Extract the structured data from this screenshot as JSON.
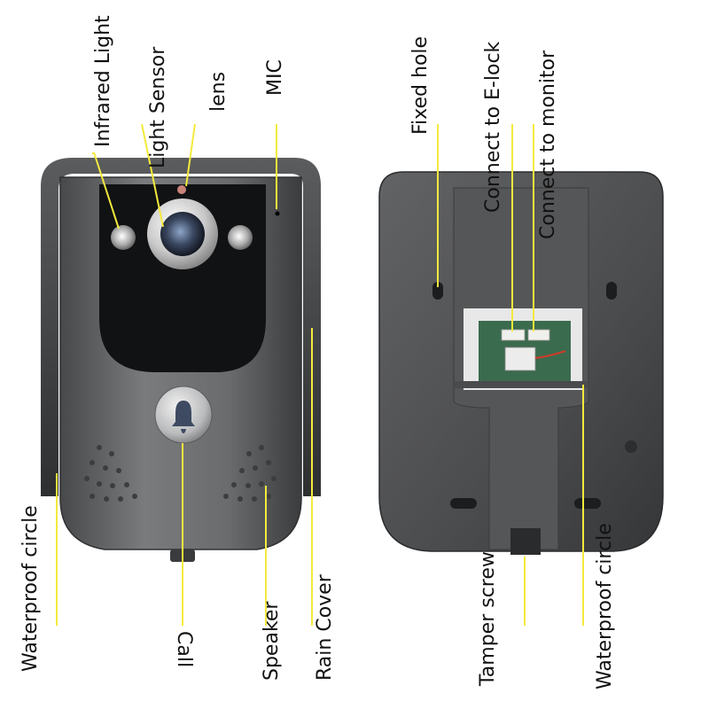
{
  "diagram": {
    "front_labels": {
      "infrared_light": "Infrared Light",
      "light_sensor": "Light Sensor",
      "lens": "lens",
      "mic": "MIC",
      "waterproof_circle": "Waterproof circle",
      "call": "Call",
      "speaker": "Speaker",
      "rain_cover": "Rain Cover"
    },
    "back_labels": {
      "fixed_hole": "Fixed hole",
      "connect_elock": "Connect to E-lock",
      "connect_monitor": "Connect to monitor",
      "tamper_screw": "Tamper screw",
      "waterproof_circle": "Waterproof circle"
    },
    "colors": {
      "leader_line": "#f4ea3c",
      "housing": "#6e6f71",
      "housing_dark": "#3e3f41",
      "faceplate": "#111214",
      "text": "#111111"
    },
    "icons": {
      "call_button": "bell-icon"
    }
  }
}
